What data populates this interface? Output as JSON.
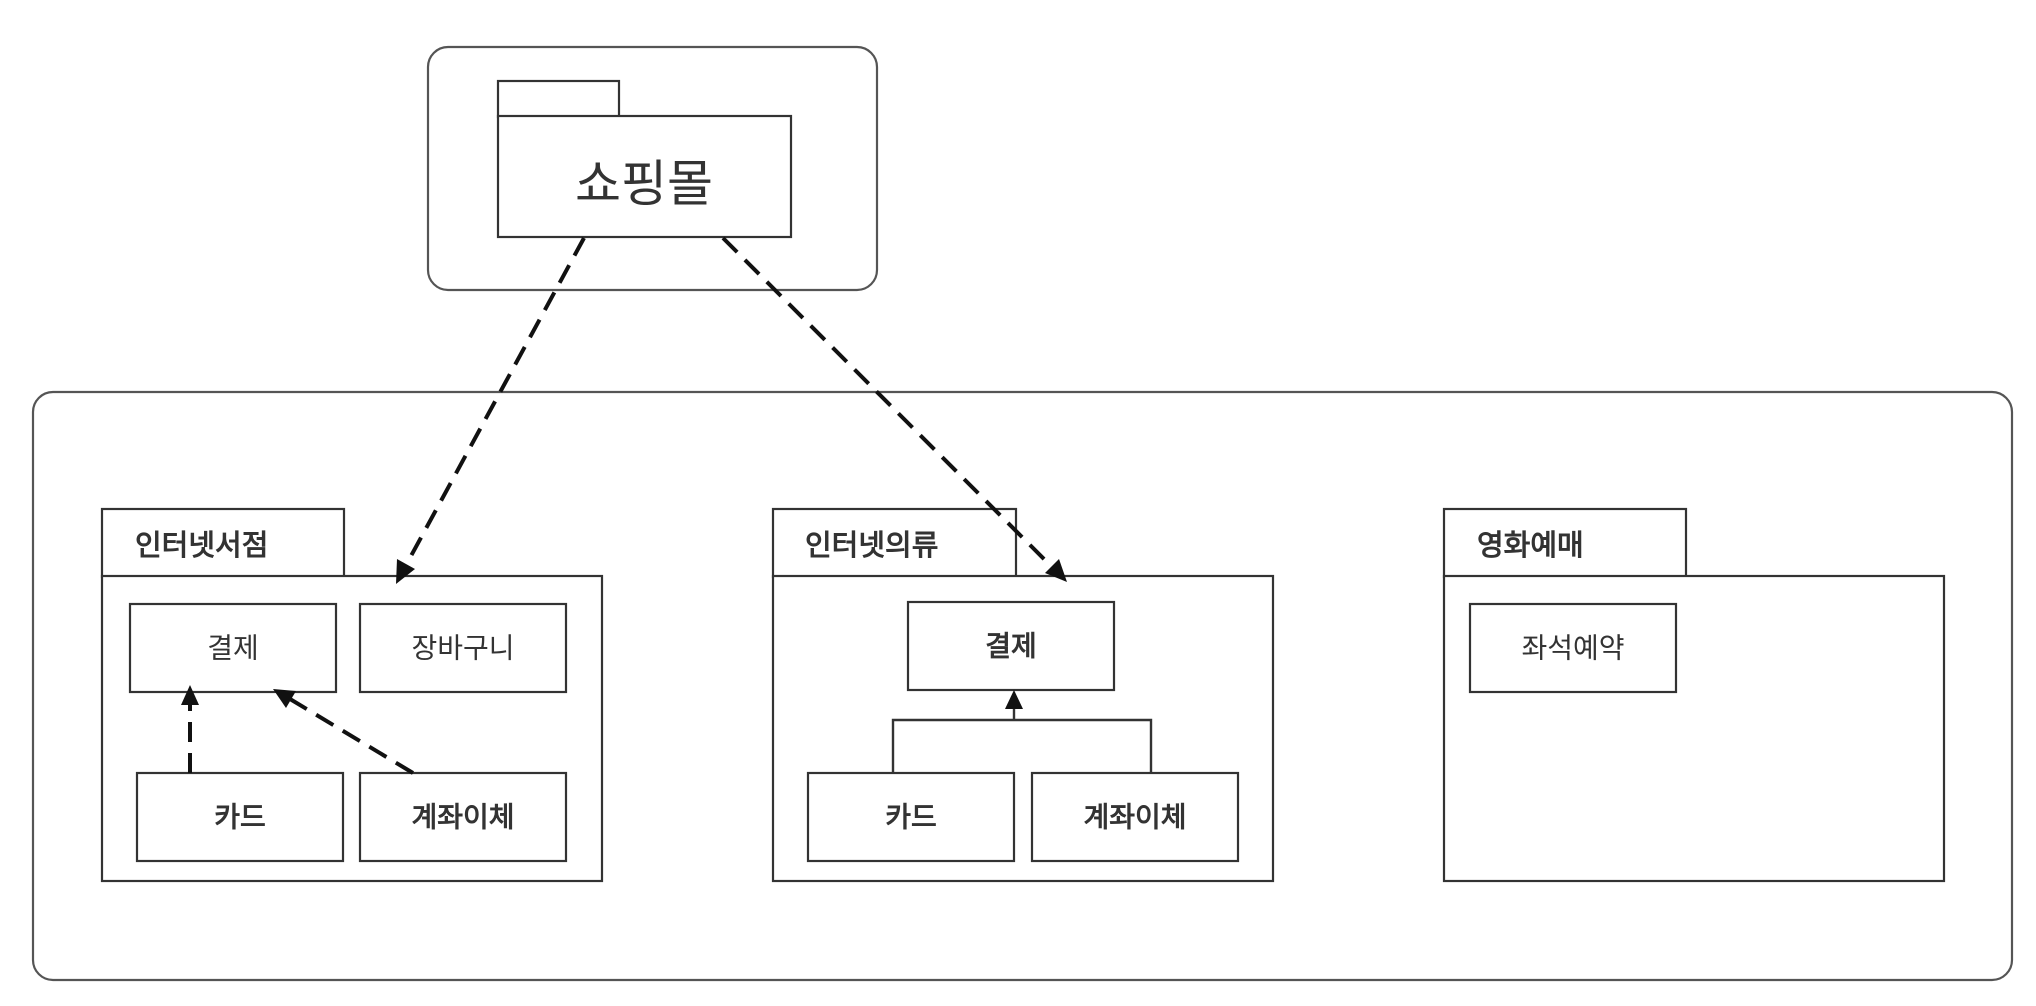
{
  "root_package": {
    "name": "쇼핑몰"
  },
  "packages": [
    {
      "name": "인터넷서점",
      "classes": [
        "결제",
        "장바구니",
        "카드",
        "계좌이체"
      ]
    },
    {
      "name": "인터넷의류",
      "classes": [
        "결제",
        "카드",
        "계좌이체"
      ]
    },
    {
      "name": "영화예매",
      "classes": [
        "좌석예약"
      ]
    }
  ],
  "relationships": [
    {
      "from": "쇼핑몰",
      "to": "인터넷서점",
      "type": "dependency"
    },
    {
      "from": "쇼핑몰",
      "to": "인터넷의류",
      "type": "dependency"
    },
    {
      "from": "인터넷서점.카드",
      "to": "인터넷서점.결제",
      "type": "dependency"
    },
    {
      "from": "인터넷서점.계좌이체",
      "to": "인터넷서점.결제",
      "type": "dependency"
    },
    {
      "from": "인터넷의류.카드",
      "to": "인터넷의류.결제",
      "type": "generalization"
    },
    {
      "from": "인터넷의류.계좌이체",
      "to": "인터넷의류.결제",
      "type": "generalization"
    }
  ]
}
